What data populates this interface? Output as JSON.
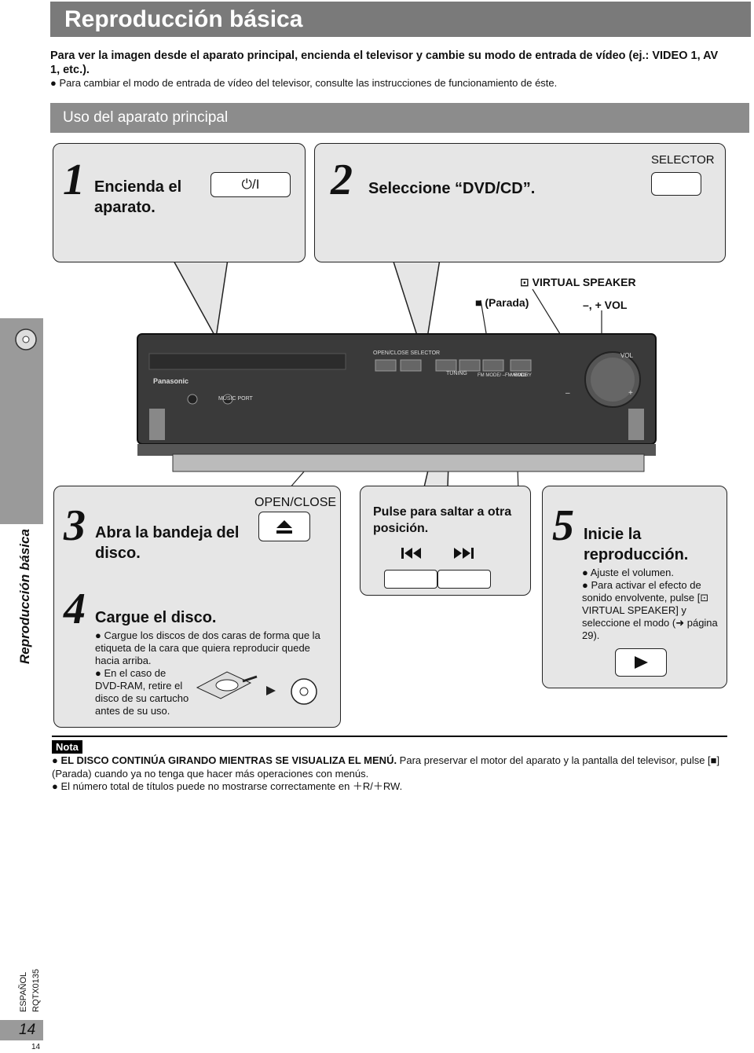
{
  "title": "Reproducción básica",
  "intro": {
    "bold": "Para ver la imagen desde el aparato principal, encienda el televisor y cambie su modo de entrada de vídeo (ej.: VIDEO 1, AV 1, etc.).",
    "bullet": "Para cambiar el modo de entrada de vídeo del televisor, consulte las instrucciones de funcionamiento de éste."
  },
  "section_title": "Uso del aparato principal",
  "step1": {
    "num": "1",
    "text": "Encienda el aparato.",
    "button": "⏻/I"
  },
  "step2": {
    "num": "2",
    "text": "Seleccione “DVD/CD”.",
    "selector_label": "SELECTOR"
  },
  "device_labels": {
    "virtual_speaker": "VIRTUAL SPEAKER",
    "stop": "(Parada)",
    "vol": "–, + VOL"
  },
  "device": {
    "brand": "Panasonic",
    "open_close_selector": "OPEN/CLOSE SELECTOR",
    "tuning": "TUNING",
    "fm_mode": "FM MODE/ –FM MODE",
    "memory": "MEMORY",
    "vol": "VOL",
    "music_port": "MUSIC PORT",
    "minus": "–",
    "plus": "+"
  },
  "side_tab": "Reproducción básica",
  "step3": {
    "num": "3",
    "text": "Abra la bandeja del disco.",
    "button_label": "OPEN/CLOSE"
  },
  "step4": {
    "num": "4",
    "text": "Cargue el disco.",
    "bullets": [
      "Cargue los discos de dos caras de forma que la etiqueta de la cara que quiera reproducir quede hacia arriba.",
      "En el caso de DVD-RAM, retire el disco de su cartucho antes de su uso."
    ]
  },
  "skip": {
    "text": "Pulse para saltar a otra posición."
  },
  "step5": {
    "num": "5",
    "text": "Inicie la reproducción.",
    "bullets": [
      "Ajuste el volumen.",
      "Para activar el efecto de sonido envolvente, pulse [⊡ VIRTUAL SPEAKER] y seleccione el modo (➜ página 29)."
    ]
  },
  "nota": {
    "label": "Nota",
    "item1_bold": "EL DISCO CONTINÚA GIRANDO MIENTRAS SE VISUALIZA EL MENÚ.",
    "item1_rest": " Para preservar el motor del aparato y la pantalla del televisor, pulse [■] (Parada) cuando ya no tenga que hacer más operaciones con menús.",
    "item2": "El número total de títulos puede no mostrarse correctamente en ＋R/＋RW."
  },
  "footer": {
    "lang": "ESPAÑOL",
    "code": "RQTX0135",
    "page": "14",
    "page_small": "14"
  }
}
